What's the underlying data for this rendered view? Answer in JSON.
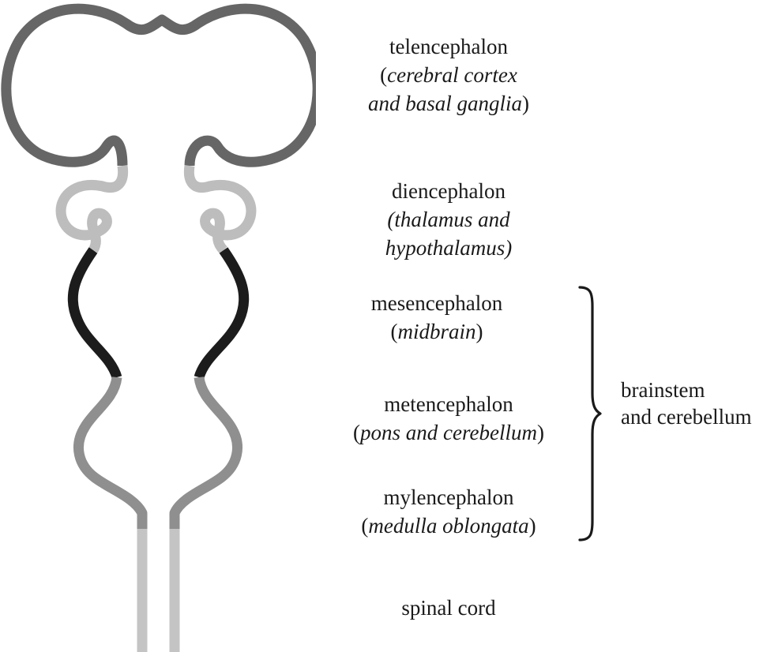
{
  "regions": {
    "telencephalon": {
      "name": "telencephalon",
      "desc_line1": "cerebral cortex",
      "desc_line2": "and basal ganglia"
    },
    "diencephalon": {
      "name": "diencephalon",
      "desc_line1": "thalamus and",
      "desc_line2": "hypothalamus"
    },
    "mesencephalon": {
      "name": "mesencephalon",
      "desc_line1": "midbrain"
    },
    "metencephalon": {
      "name": "metencephalon",
      "desc_line1": "pons and cerebellum"
    },
    "mylencephalon": {
      "name": "mylencephalon",
      "desc_line1": "medulla oblongata"
    },
    "spinal_cord": {
      "name": "spinal cord"
    }
  },
  "group": {
    "line1": "brainstem",
    "line2": "and cerebellum"
  },
  "colors": {
    "telencephalon": "#666666",
    "diencephalon": "#bdbdbd",
    "mesencephalon": "#1c1c1c",
    "metencephalon_mylencephalon": "#8f8f8f",
    "spinal_cord": "#c4c4c4"
  }
}
